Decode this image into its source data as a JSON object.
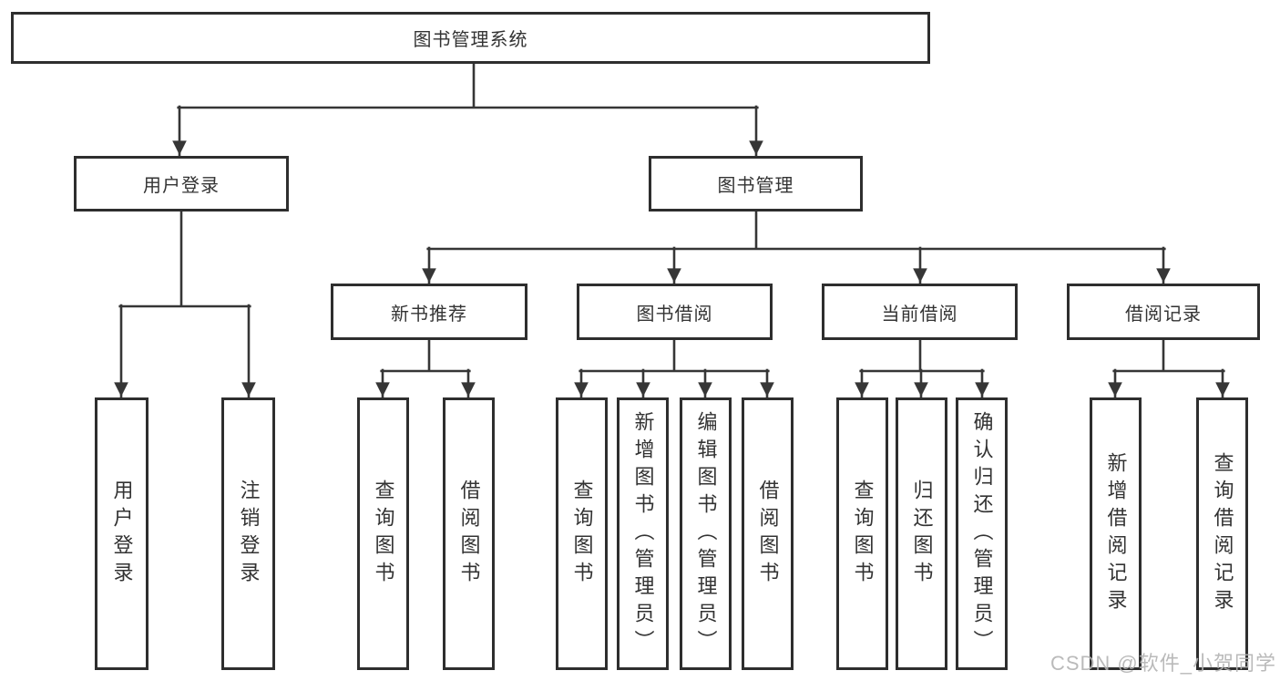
{
  "diagram": {
    "title": "图书管理系统",
    "type": "hierarchy-tree",
    "colors": {
      "line": "#363636",
      "box_border": "#2e2e2e",
      "text": "#333333",
      "background": "#ffffff",
      "watermark": "#b3b3b3"
    },
    "structure": {
      "图书管理系统": {
        "用户登录": [
          "用户登录",
          "注销登录"
        ],
        "图书管理": {
          "新书推荐": [
            "查询图书",
            "借阅图书"
          ],
          "图书借阅": [
            "查询图书",
            "新增图书（管理员）",
            "编辑图书（管理员）",
            "借阅图书"
          ],
          "当前借阅": [
            "查询图书",
            "归还图书",
            "确认归还（管理员）"
          ],
          "借阅记录": [
            "新增借阅记录",
            "查询借阅记录"
          ]
        }
      }
    }
  },
  "nodes": {
    "root": {
      "label": "图书管理系统"
    },
    "user_login": {
      "label": "用户登录"
    },
    "book_mgmt": {
      "label": "图书管理"
    },
    "new_book_rec": {
      "label": "新书推荐"
    },
    "book_borrow": {
      "label": "图书借阅"
    },
    "current_borrow": {
      "label": "当前借阅"
    },
    "borrow_record": {
      "label": "借阅记录"
    },
    "v_user_login": {
      "label": "用户登录"
    },
    "v_logout": {
      "label": "注销登录"
    },
    "v_rec_query": {
      "label": "查询图书"
    },
    "v_rec_borrow": {
      "label": "借阅图书"
    },
    "v_bb_query": {
      "label": "查询图书"
    },
    "v_bb_add": {
      "label": "新增图书（管理员）"
    },
    "v_bb_edit": {
      "label": "编辑图书（管理员）"
    },
    "v_bb_borrow": {
      "label": "借阅图书"
    },
    "v_cb_query": {
      "label": "查询图书"
    },
    "v_cb_return": {
      "label": "归还图书"
    },
    "v_cb_confirm": {
      "label": "确认归还（管理员）"
    },
    "v_br_add": {
      "label": "新增借阅记录"
    },
    "v_br_query": {
      "label": "查询借阅记录"
    }
  },
  "watermark": {
    "text": "CSDN @软件_小贺同学"
  }
}
